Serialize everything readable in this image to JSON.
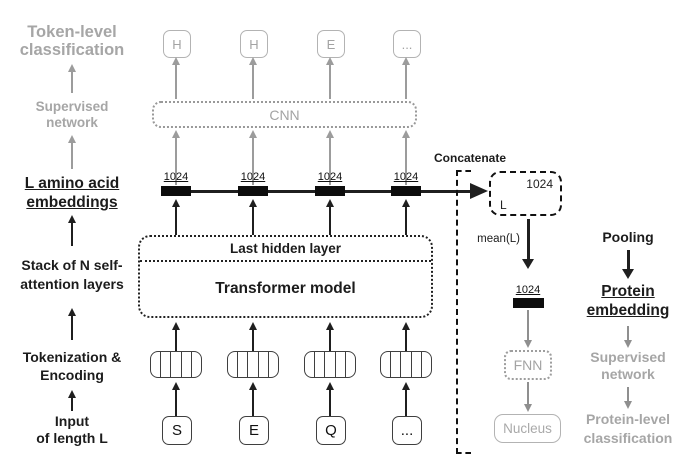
{
  "colors": {
    "black": "#1c1c1c",
    "gray_text": "#a6a6a6",
    "gray_arrow": "#8f8f8f",
    "light_border": "#b3b3b3"
  },
  "left_labels": {
    "token_level": "Token-level\nclassification",
    "supervised_network": "Supervised\nnetwork",
    "amino_embeddings": "L amino acid\nembeddings",
    "stack_layers": "Stack of N self-\nattention layers",
    "tokenization": "Tokenization &\nEncoding",
    "input": "Input\nof length L"
  },
  "pipeline": {
    "output_tokens": [
      "H",
      "H",
      "E",
      "..."
    ],
    "cnn_label": "CNN",
    "bar_labels": [
      "1024",
      "1024",
      "1024",
      "1024"
    ],
    "concatenate_label": "Concatenate",
    "last_hidden_label": "Last hidden layer",
    "transformer_label": "Transformer model",
    "input_tokens": [
      "S",
      "E",
      "Q",
      "..."
    ]
  },
  "concat_branch": {
    "matrix_dim": "1024",
    "matrix_len": "L",
    "mean_label": "mean(L)",
    "vector_dim": "1024",
    "fnn_label": "FNN",
    "nucleus_label": "Nucleus"
  },
  "right_labels": {
    "pooling": "Pooling",
    "protein_embedding": "Protein\nembedding",
    "supervised_network": "Supervised\nnetwork",
    "protein_level": "Protein-level\nclassification"
  }
}
